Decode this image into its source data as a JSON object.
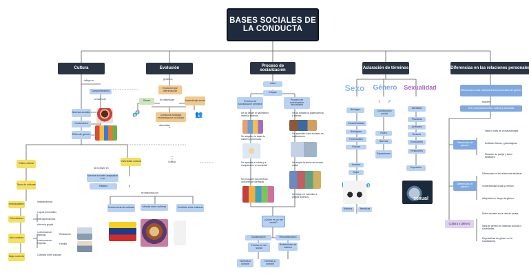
{
  "title": "BASES SOCIALES DE LA CONDUCTA",
  "branches": {
    "cultura": "Cultura",
    "evolucion": "Evolución",
    "socializacion": "Proceso de socialización",
    "terminos": "Aclaración de términos",
    "diferencias": "Diferencias en las relaciones personales"
  },
  "cultura": {
    "connector1": "influye en",
    "comportamiento": "Comportamiento",
    "a_traves": "a través de",
    "items": [
      "Normas sociales",
      "Costumbres",
      "Roles de género"
    ],
    "estilo": "Estilo cultural",
    "tipos": "Tipos de culturas",
    "individualismo": "Individualismo",
    "colectivismo": "Colectivismo",
    "alto_contexto": "Alto contexto",
    "bajo_contexto": "Bajo contexto",
    "sub_items": [
      "Independencia",
      "Logros personales",
      "Interdependencia",
      "Armonía grupal",
      "Comunicación implícita",
      "Comunicación explícita",
      "Relaciones",
      "Familia"
    ],
    "conflicto": "Conflicto entre culturas"
  },
  "evolucion": {
    "connector": "genera a",
    "evolucion_por": "Evolución por diferencia de",
    "genes": "Genes",
    "influencia": "Se influencian",
    "aprendizaje": "Aprendizaje social",
    "conducta": "Conducta biológica moldeada por la cultura",
    "diversidad": "diversidad",
    "diversidad_cultural": "Diversidad cultural",
    "incluye": "se incluyen en",
    "items": [
      "Normas sociales aceptadas o no",
      "Hábitos"
    ],
    "connector2": "se relaciona con",
    "bottom": [
      "Convivencia de culturas",
      "Mezcla entre culturas",
      "Conflicto entre culturas"
    ],
    "cultura_label": "Cultura"
  },
  "socializacion": {
    "inicio": "Inicia",
    "etapas": "Etapas",
    "primaria": "Proceso de socialización primaria",
    "secundaria": "Proceso de socialización secundaria",
    "left_texts": [
      "Se da desde el nacimiento hasta la infancia",
      "Se adquiere la base de valores y creencias",
      "Se aprende a hablar y a comportarse en sociedad",
      "Se producen las primeras nociones de identidad"
    ],
    "right_texts": [
      "Se da durante la adolescencia y adultez",
      "Se aprenden roles sociales en instituciones",
      "Se amplía la visión del mundo social",
      "Se integra el individuo a grupos diversos"
    ],
    "resultado": "¿Quién es un ser social?",
    "socializacion": "Socialización",
    "resocializacion": "Resocialización",
    "ser_social": "Formar un ser social",
    "redefinicion": "Redefinición de valores",
    "normas": "Normas a cumplir",
    "normas2": "Normas a cumplir"
  },
  "terminos": {
    "sexo": "Sexo",
    "genero": "Género",
    "sexualidad": "Sexualidad",
    "sexo_def": "Biológico",
    "genero_def": "Construcción social",
    "sexualidad_def": "Identidad",
    "sexo_items": [
      "Características",
      "Biológicas",
      "Hormonales",
      "Físicas"
    ],
    "genero_items": [
      "Roles",
      "Normas",
      "Expresiones"
    ],
    "sexualidad_items": [
      "Prácticas",
      "Actitudes",
      "Deseos",
      "Emociones",
      "Relaciones"
    ],
    "hombre": "Hombre",
    "mujer": "Mujer",
    "expresion": "Expresión",
    "sexual": "sexual"
  },
  "diferencias": {
    "intro": "Diferencias en las relaciones interpersonales de género",
    "roles": "Rol, comportamientos, cultura y sociedad",
    "separador": "factores",
    "diferencias_genero": "Diferencias de género",
    "items_a": [
      "Ideas y roles de la masculinidad",
      "Actitudes físicas y psicológicas",
      "Relación de pareja y lazos familiares"
    ],
    "diferencias_cult": "Diferencias en género",
    "items_b": [
      "Diferencias en las relaciones afectivas",
      "Vulnerabilidad social y presión",
      "Adaptación a riesgo de género"
    ],
    "cultura_genero": "Cultura y género",
    "items_c": [
      "Roles sociales en la vida de pareja",
      "Ideal de género en distintas culturas y sociedades",
      "Expectativas de género en la socialización"
    ]
  },
  "colors": {
    "title_bg": "#1f2b3d",
    "node_blue": "#b9d2f2",
    "node_green": "#cfe6b6",
    "node_yellow": "#f5e060",
    "node_lavender": "#e1d0ee",
    "line": "#555555"
  },
  "icons": [
    "female-symbol-icon",
    "male-symbol-icon",
    "couple-icon"
  ]
}
